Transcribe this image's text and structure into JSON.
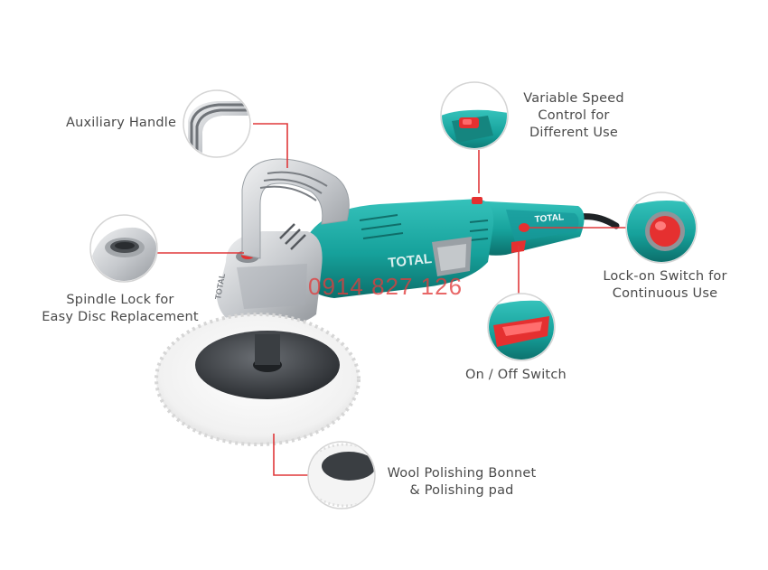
{
  "callouts": {
    "auxiliary_handle": {
      "label": "Auxiliary Handle"
    },
    "variable_speed": {
      "line1": "Variable Speed",
      "line2": "Control for",
      "line3": "Different Use"
    },
    "spindle_lock": {
      "line1": "Spindle Lock for",
      "line2": "Easy Disc Replacement"
    },
    "lock_on_switch": {
      "line1": "Lock-on Switch for",
      "line2": "Continuous Use"
    },
    "on_off_switch": {
      "label": "On / Off Switch"
    },
    "wool_bonnet": {
      "line1": "Wool Polishing Bonnet",
      "line2": "& Polishing pad"
    }
  },
  "product": {
    "brand": "TOTAL"
  },
  "watermark": {
    "phone": "0914 827 126"
  },
  "colors": {
    "body_teal": "#1aa6a0",
    "body_teal_dark": "#0f7d79",
    "handle_silver": "#c9ccd0",
    "accent_red": "#e53030",
    "leader_line": "#e0383a",
    "circle_stroke": "#d4d4d4",
    "text": "#4a4a4a"
  }
}
